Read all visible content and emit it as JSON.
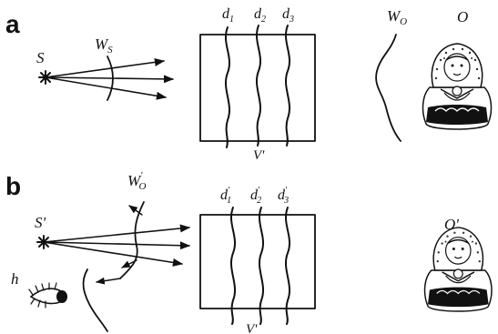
{
  "panel_a": {
    "letter": "a",
    "source_label": "S",
    "wavefront_label": "W",
    "wavefront_sub": "S",
    "d1": "d",
    "d1_sub": "1",
    "d2": "d",
    "d2_sub": "2",
    "d3": "d",
    "d3_sub": "3",
    "volume_label": "V'",
    "object_wave_label": "W",
    "object_wave_sub": "O",
    "object_label": "O"
  },
  "panel_b": {
    "letter": "b",
    "source_label": "S'",
    "wavefront_label": "W",
    "wavefront_sub": "O",
    "wavefront_sup": "'",
    "d1": "d",
    "d1_sub": "1",
    "d1_sup": "'",
    "d2": "d",
    "d2_sub": "2",
    "d2_sup": "'",
    "d3": "d",
    "d3_sub": "3",
    "d3_sup": "'",
    "volume_label": "V'",
    "observer_label": "h",
    "image_label": "O'"
  }
}
